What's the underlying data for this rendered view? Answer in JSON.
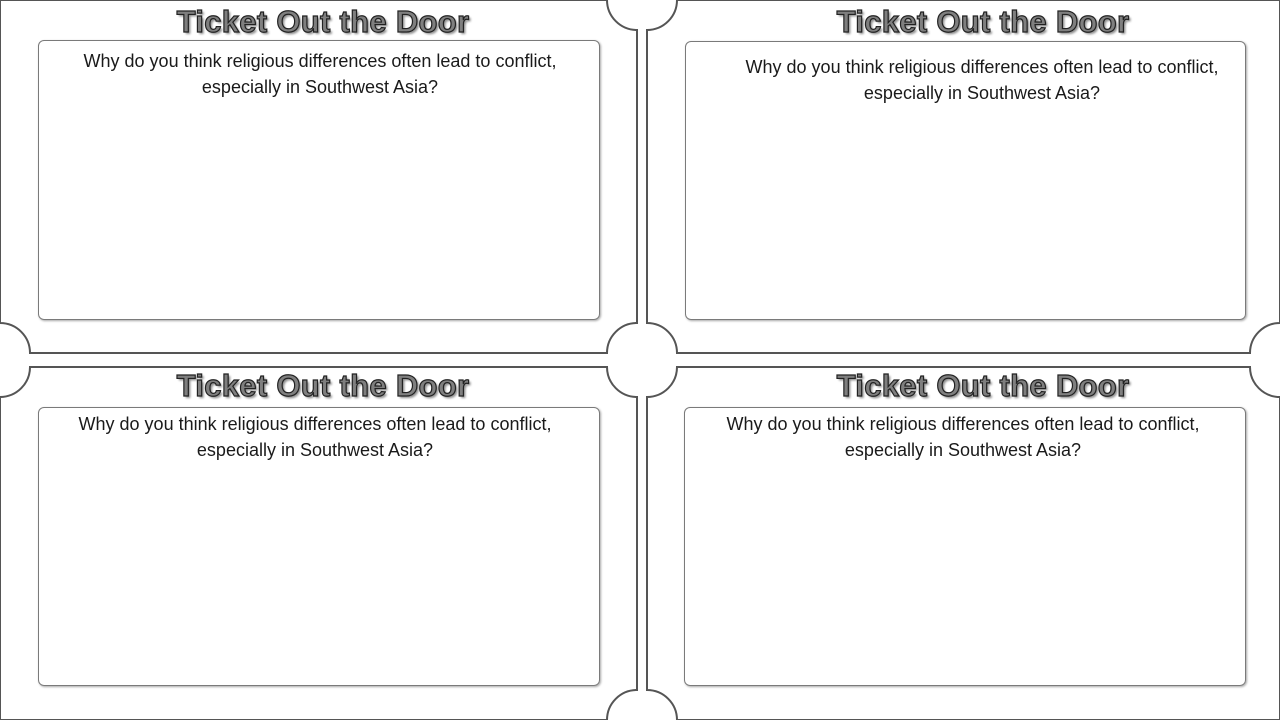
{
  "tickets": [
    {
      "title": "Ticket Out the Door",
      "question": "Why do you think religious differences often lead to conflict, especially in Southwest Asia?"
    },
    {
      "title": "Ticket Out the Door",
      "question": "Why do you think religious differences often lead to conflict, especially in Southwest Asia?"
    },
    {
      "title": "Ticket Out the Door",
      "question": "Why do you think religious differences often lead to conflict, especially in Southwest Asia?"
    },
    {
      "title": "Ticket Out the Door",
      "question": "Why do you think religious differences often lead to conflict, especially in Southwest Asia?"
    }
  ]
}
